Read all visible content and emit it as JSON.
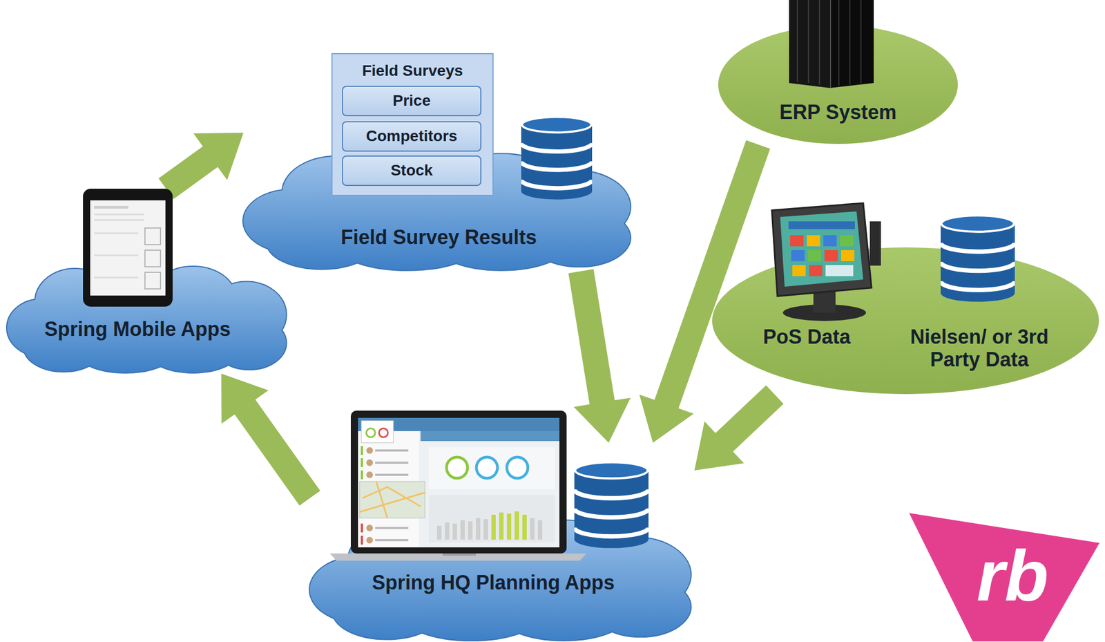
{
  "diagram": {
    "nodes": [
      {
        "text": [
          "Field Survey Results"
        ]
      },
      {
        "text": [
          "Field Surveys"
        ],
        "in": 0
      },
      {
        "text": [
          "Price"
        ],
        "in": 1
      },
      {
        "text": [
          "Competitors"
        ],
        "in": 1
      },
      {
        "text": [
          "Stock"
        ],
        "in": 1
      },
      {
        "text": [
          "ERP System"
        ]
      },
      {
        "text": [
          "PoS Data",
          "Nielsen/ or 3rd Party Data"
        ]
      },
      {
        "text": [
          "Spring Mobile Apps"
        ]
      },
      {
        "text": [
          "Spring HQ Planning Apps"
        ]
      }
    ],
    "edges": [
      {
        "from": 7,
        "to": 0,
        "arrow": "to"
      },
      {
        "from": 0,
        "to": 8,
        "arrow": "to"
      },
      {
        "from": 5,
        "to": 8,
        "arrow": "to"
      },
      {
        "from": 6,
        "to": 8,
        "arrow": "to"
      },
      {
        "from": 8,
        "to": 7,
        "arrow": "to"
      }
    ],
    "labels": [
      "rb"
    ]
  }
}
